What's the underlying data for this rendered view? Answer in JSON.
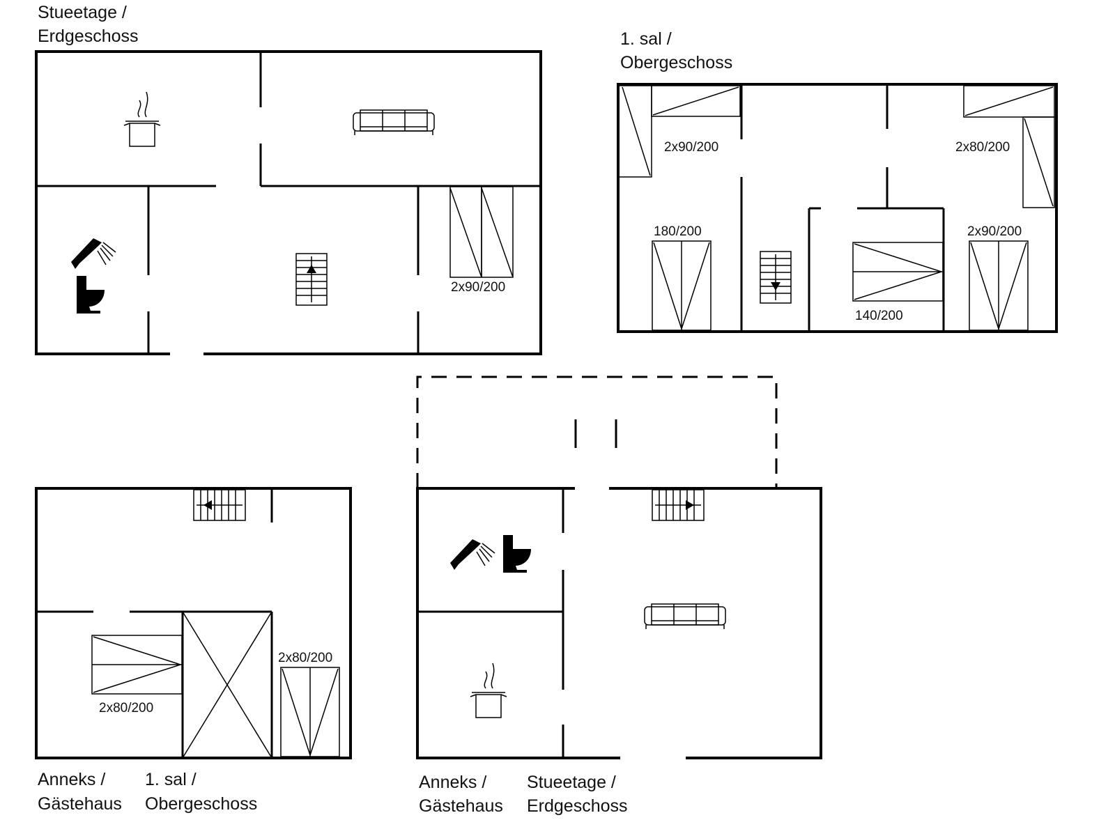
{
  "plans": {
    "main_ground": {
      "label_line1": "Stueetage /",
      "label_line2": "Erdgeschoss",
      "bed_1": "2x90/200"
    },
    "main_upper": {
      "label_line1": "1. sal /",
      "label_line2": "Obergeschoss",
      "bed_1": "2x90/200",
      "bed_2": "2x80/200",
      "bed_3": "180/200",
      "bed_4": "140/200",
      "bed_5": "2x90/200"
    },
    "annex_upper": {
      "label_a_line1": "Anneks /",
      "label_a_line2": "Gästehaus",
      "label_b_line1": "1. sal /",
      "label_b_line2": "Obergeschoss",
      "bed_1": "2x80/200",
      "bed_2": "2x80/200"
    },
    "annex_ground": {
      "label_a_line1": "Anneks /",
      "label_a_line2": "Gästehaus",
      "label_b_line1": "Stueetage /",
      "label_b_line2": "Erdgeschoss"
    }
  },
  "icons": [
    "kitchen-pot-icon",
    "sofa-icon",
    "shower-icon",
    "toilet-icon",
    "stairs-up-icon",
    "stairs-down-icon",
    "bed-icon"
  ]
}
